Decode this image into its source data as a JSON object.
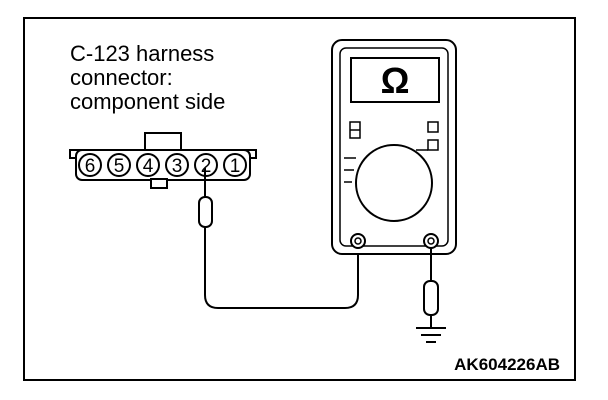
{
  "caption": {
    "line1": "C-123 harness",
    "line2": "connector:",
    "line3": "component side"
  },
  "connector": {
    "pins": [
      "6",
      "5",
      "4",
      "3",
      "2",
      "1"
    ],
    "probed_pin": "2"
  },
  "meter": {
    "display_symbol": "Ω"
  },
  "figure_id": "AK604226AB",
  "icons": {
    "meter": "ohmmeter-icon",
    "ground": "ground-symbol-icon"
  }
}
